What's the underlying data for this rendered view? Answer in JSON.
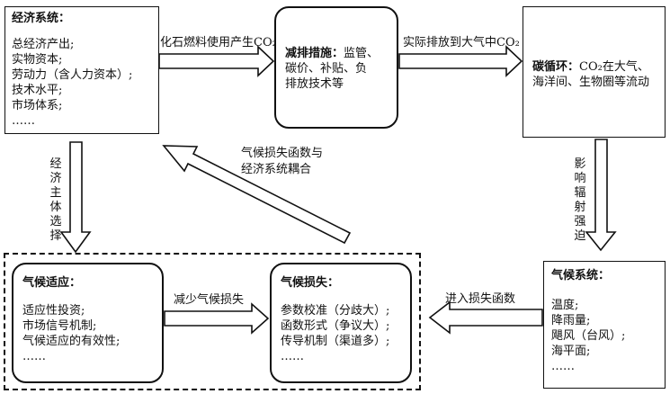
{
  "economic_system": {
    "title": "经济系统：",
    "items": [
      "总经济产出;",
      "实物资本;",
      "劳动力（含人力资本）;",
      "技术水平;",
      "市场体系;",
      "……"
    ]
  },
  "mitigation": {
    "title": "减排措施：",
    "text_lines": [
      "监管、",
      "碳价、补贴、负",
      "排放技术等"
    ]
  },
  "carbon_cycle": {
    "title": "碳循环：",
    "text_lines": [
      "CO₂在大气、",
      "海洋间、生物圈等流动"
    ]
  },
  "climate_system": {
    "title": "气候系统：",
    "items": [
      "温度;",
      "降雨量;",
      "飓风（台风）;",
      "海平面;",
      "……"
    ]
  },
  "climate_loss": {
    "title": "气候损失：",
    "items": [
      "参数校准（分歧大）;",
      "函数形式（争议大）;",
      "传导机制（渠道多）;",
      "……"
    ]
  },
  "climate_adaptation": {
    "title": "气候适应：",
    "items": [
      "适应性投资;",
      "市场信号机制;",
      "气候适应的有效性;",
      "……"
    ]
  },
  "arrows": {
    "fossil_fuel": "化石燃料使用产生CO₂",
    "actual_emission": "实际排放到大气中CO₂",
    "radiative_forcing": "影响辐射强迫",
    "enter_loss": "进入损失函数",
    "reduce_loss": "减少气候损失",
    "coupling": [
      "气候损失函数与",
      "经济系统耦合"
    ],
    "agent_choice": "经济主体选择"
  }
}
